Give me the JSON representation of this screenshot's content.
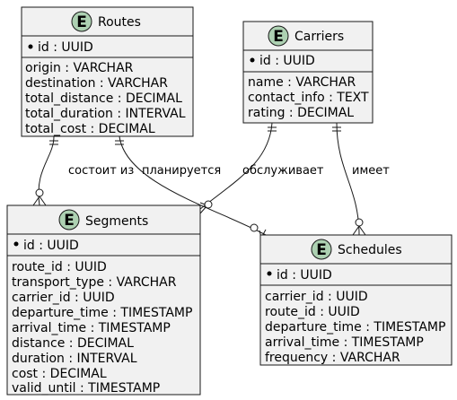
{
  "badge_color": "#ADD1B2",
  "badge_icon": "entity-letter-icon",
  "entities": {
    "routes": {
      "badge": "E",
      "title": "Routes",
      "pk": "id : UUID",
      "fields": [
        "origin : VARCHAR",
        "destination : VARCHAR",
        "total_distance : DECIMAL",
        "total_duration : INTERVAL",
        "total_cost : DECIMAL"
      ]
    },
    "carriers": {
      "badge": "E",
      "title": "Carriers",
      "pk": "id : UUID",
      "fields": [
        "name : VARCHAR",
        "contact_info : TEXT",
        "rating : DECIMAL"
      ]
    },
    "segments": {
      "badge": "E",
      "title": "Segments",
      "pk": "id : UUID",
      "fields": [
        "route_id : UUID",
        "transport_type : VARCHAR",
        "carrier_id : UUID",
        "departure_time : TIMESTAMP",
        "arrival_time : TIMESTAMP",
        "distance : DECIMAL",
        "duration : INTERVAL",
        "cost : DECIMAL",
        "valid_until : TIMESTAMP"
      ]
    },
    "schedules": {
      "badge": "E",
      "title": "Schedules",
      "pk": "id : UUID",
      "fields": [
        "carrier_id : UUID",
        "route_id : UUID",
        "departure_time : TIMESTAMP",
        "arrival_time : TIMESTAMP",
        "frequency : VARCHAR"
      ]
    }
  },
  "relations": {
    "routes_segments": "состоит из",
    "routes_schedules": "планируется",
    "carriers_segments": "обслуживает",
    "carriers_schedules": "имеет"
  }
}
